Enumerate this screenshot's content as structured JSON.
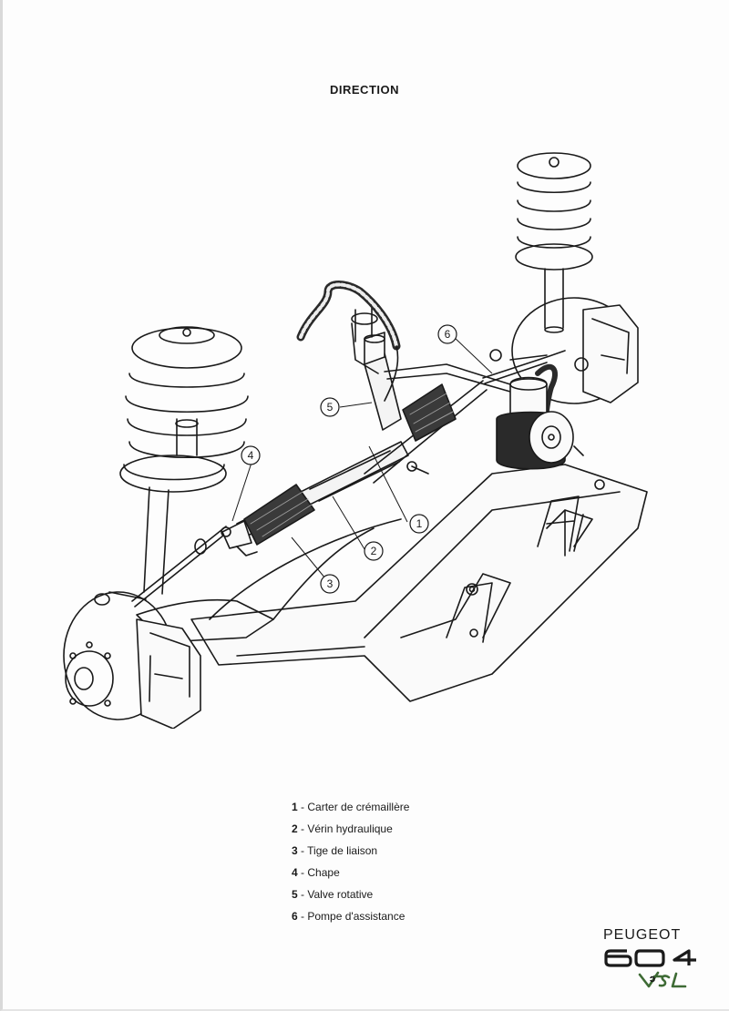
{
  "page": {
    "title": "DIRECTION"
  },
  "diagram": {
    "callouts": [
      "1",
      "2",
      "3",
      "4",
      "5",
      "6"
    ]
  },
  "legend": [
    {
      "number": "1",
      "separator": "-",
      "label": "Carter de crémaillère"
    },
    {
      "number": "2",
      "separator": "-",
      "label": "Vérin hydraulique"
    },
    {
      "number": "3",
      "separator": "-",
      "label": "Tige de liaison"
    },
    {
      "number": "4",
      "separator": "-",
      "label": "Chape"
    },
    {
      "number": "5",
      "separator": "-",
      "label": "Valve rotative"
    },
    {
      "number": "6",
      "separator": "-",
      "label": "Pompe d'assistance"
    }
  ],
  "branding": {
    "make": "PEUGEOT",
    "model": "604",
    "trim": "V6 SL"
  },
  "colors": {
    "ink": "#1a1a1a",
    "paper": "#fdfdfd",
    "trim_green": "#3e6b35"
  }
}
